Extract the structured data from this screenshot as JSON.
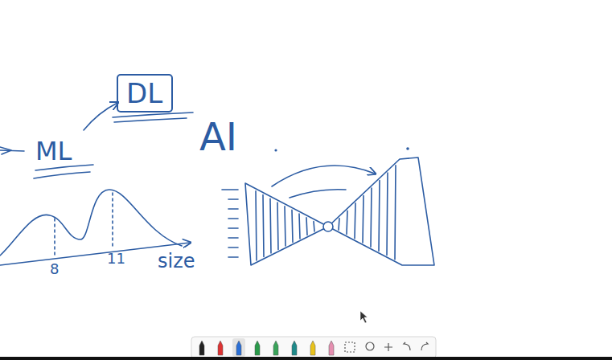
{
  "diagram": {
    "nodes": [
      {
        "text": [
          "DL"
        ]
      }
    ],
    "labels": [
      "ML",
      "AI",
      "8",
      "11",
      "size"
    ]
  }
}
